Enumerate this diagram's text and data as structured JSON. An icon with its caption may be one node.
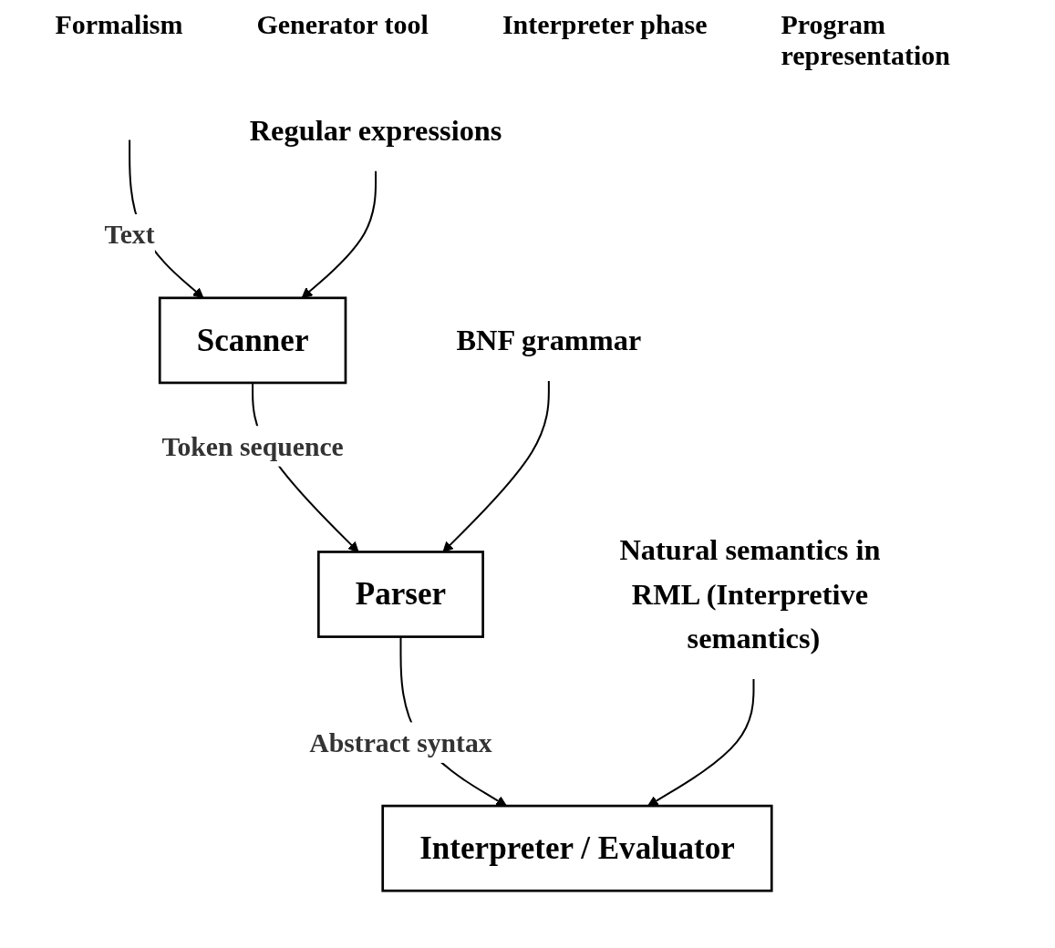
{
  "diagram": {
    "nodes": [
      {
        "text": [
          "Regular expressions"
        ]
      },
      {
        "text": [
          "Scanner"
        ]
      },
      {
        "text": [
          "BNF grammar"
        ]
      },
      {
        "text": [
          "Parser"
        ]
      },
      {
        "text": [
          "Natural semantics in RML (Interpretive semantics)"
        ]
      },
      {
        "text": [
          "Interpreter / Evaluator"
        ]
      }
    ],
    "edges": [
      {
        "from": null,
        "to": 1,
        "arrow": "to",
        "label": "Text"
      },
      {
        "from": 0,
        "to": 1,
        "arrow": "to"
      },
      {
        "from": 1,
        "to": 3,
        "arrow": "to",
        "label": "Token sequence"
      },
      {
        "from": 2,
        "to": 3,
        "arrow": "to"
      },
      {
        "from": 3,
        "to": 5,
        "arrow": "to",
        "label": "Abstract syntax"
      },
      {
        "from": 4,
        "to": 5,
        "arrow": "to"
      }
    ],
    "labels": [
      "Formalism",
      "Generator tool",
      "Interpreter phase",
      "Program representation"
    ]
  }
}
